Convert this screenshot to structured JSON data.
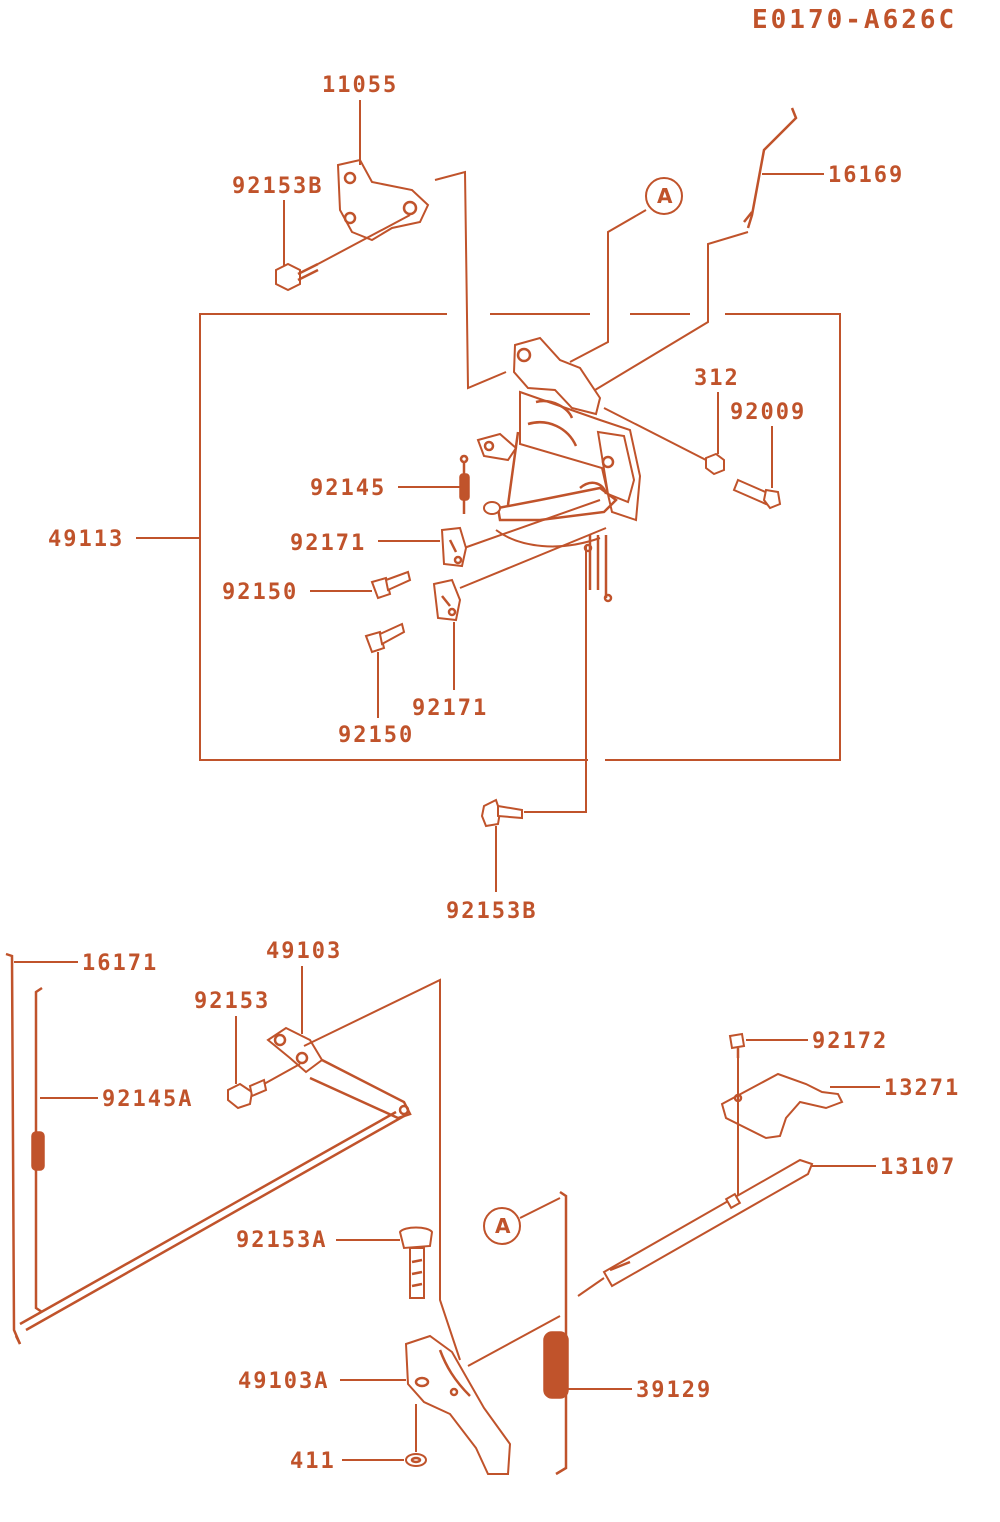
{
  "diagram_code": "E0170-A626C",
  "callout_letter": "A",
  "accent_color": "#c0532b",
  "parts": {
    "p11055": "11055",
    "p92153B_top": "92153B",
    "p16169": "16169",
    "p312": "312",
    "p92009": "92009",
    "p92145": "92145",
    "p49113": "49113",
    "p92171_a": "92171",
    "p92150_a": "92150",
    "p92171_b": "92171",
    "p92150_b": "92150",
    "p92153B_mid": "92153B",
    "p16171": "16171",
    "p49103": "49103",
    "p92153": "92153",
    "p92145A": "92145A",
    "p92172": "92172",
    "p13271": "13271",
    "p13107": "13107",
    "p92153A": "92153A",
    "p49103A": "49103A",
    "p39129": "39129",
    "p411": "411"
  }
}
